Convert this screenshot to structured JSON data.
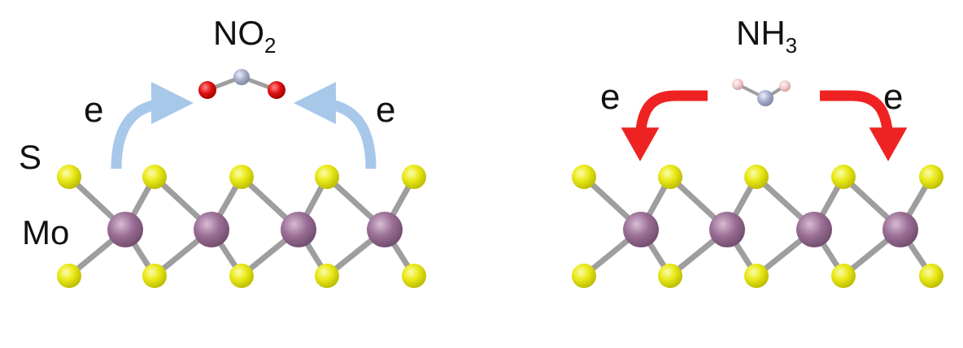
{
  "left_panel": {
    "molecule": {
      "formula": "NO",
      "subscript": "2"
    },
    "electron_left": "e",
    "electron_right": "e",
    "atom_label_top": "S",
    "atom_label_middle": "Mo",
    "arrow_color": "#a8c8ea",
    "arrow_direction": "toward molecule"
  },
  "right_panel": {
    "molecule": {
      "formula": "NH",
      "subscript": "3"
    },
    "electron_left": "e",
    "electron_right": "e",
    "arrow_color": "#ee2222",
    "arrow_direction": "toward layer"
  },
  "colors": {
    "sulfur": "#eaea1a",
    "molybdenum": "#9a6e95",
    "bond": "#9e9e9e",
    "oxygen": "#e01010",
    "nitrogen": "#a7afcc",
    "hydrogen": "#f0c8c8"
  }
}
